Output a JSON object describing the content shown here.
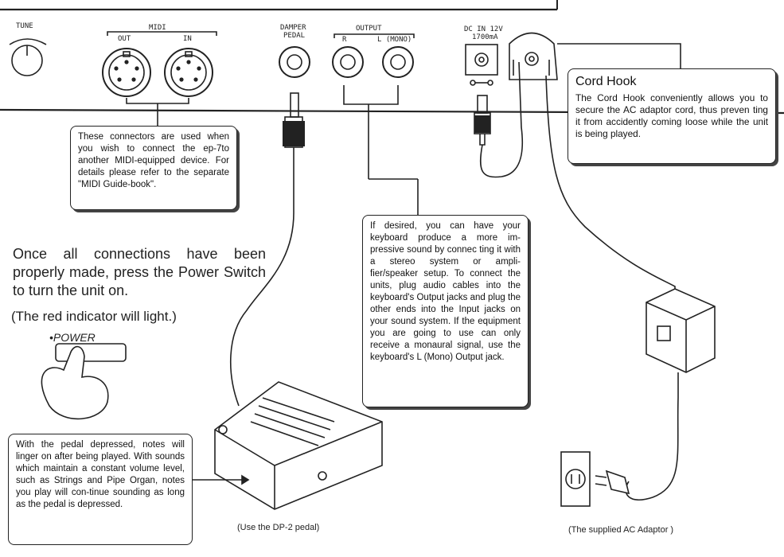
{
  "panel": {
    "tune_label": "TUNE",
    "midi_label": "MIDI",
    "midi_out_label": "OUT",
    "midi_in_label": "IN",
    "damper_label_1": "DAMPER",
    "damper_label_2": "PEDAL",
    "output_label": "OUTPUT",
    "output_r_label": "R",
    "output_l_label": "L (MONO)",
    "dc_label_1": "DC IN 12V",
    "dc_label_2": "1700mA"
  },
  "midi_note": "These connectors are used when you wish to connect the ep-7to another MIDI-equipped device. For details please refer to the separate \"MIDI Guide-book\".",
  "cord_hook": {
    "title": "Cord Hook",
    "body": "The Cord Hook conveniently allows you to secure the AC adaptor cord, thus preven ting it from accidently coming loose while the unit is being played."
  },
  "output_note": "If desired, you can have your keyboard produce a more im-pressive sound by connec ting it with a stereo system or ampli-fier/speaker setup. To connect the units, plug audio cables into the keyboard's Output jacks and plug the other ends into the Input jacks on your sound system. If the equipment you are going to use can only receive a monaural signal, use the keyboard's L (Mono) Output jack.",
  "power_instruction": "Once all connections have been properly made, press the Power Switch to turn the unit on.",
  "indicator_note": "(The red indicator will light.)",
  "power_label": "•POWER",
  "pedal_note": "With the pedal depressed, notes will linger on after being played. With sounds which maintain a constant volume level, such as Strings and Pipe Organ, notes you play will con-tinue sounding as long as the pedal is depressed.",
  "pedal_caption": "(Use the DP-2 pedal)",
  "adaptor_caption": "(The supplied AC Adaptor )"
}
